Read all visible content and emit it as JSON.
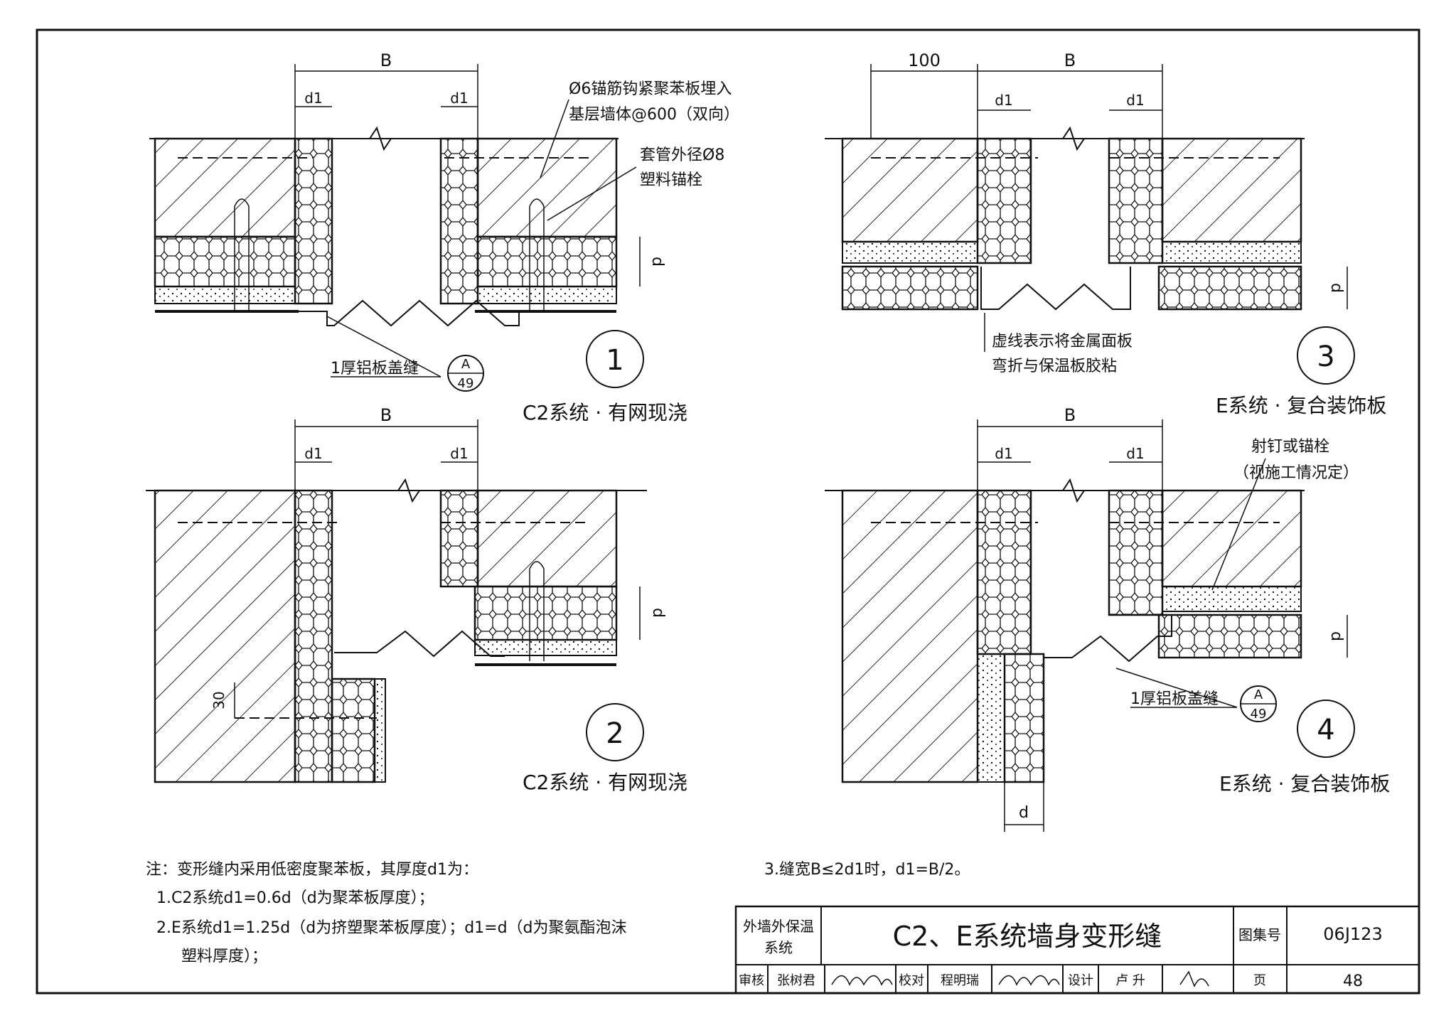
{
  "details": [
    {
      "number": "1",
      "caption": "C2系统 · 有网现浇",
      "dim_width": "B",
      "dim_board_left": "d1",
      "dim_board_right": "d1",
      "dim_insulation": "d",
      "callout_anchor_1": "Ø6锚筋钩紧聚苯板埋入",
      "callout_anchor_2": "基层墙体@600（双向）",
      "callout_sleeve_1": "套管外径Ø8",
      "callout_sleeve_2": "塑料锚栓",
      "callout_cover": "1厚铝板盖缝",
      "ref_letter": "A",
      "ref_page": "49"
    },
    {
      "number": "2",
      "caption": "C2系统 · 有网现浇",
      "dim_width": "B",
      "dim_board_left": "d1",
      "dim_board_right": "d1",
      "dim_insulation": "d",
      "dim_30": "30"
    },
    {
      "number": "3",
      "caption": "E系统 · 复合装饰板",
      "dim_100": "100",
      "dim_width": "B",
      "dim_board_left": "d1",
      "dim_board_right": "d1",
      "dim_insulation": "d",
      "callout_dashed_1": "虚线表示将金属面板",
      "callout_dashed_2": "弯折与保温板胶粘"
    },
    {
      "number": "4",
      "caption": "E系统 · 复合装饰板",
      "dim_width": "B",
      "dim_board_left": "d1",
      "dim_board_right": "d1",
      "dim_insulation": "d",
      "dim_bottom": "d",
      "callout_nail_1": "射钉或锚栓",
      "callout_nail_2": "（视施工情况定）",
      "callout_cover": "1厚铝板盖缝",
      "ref_letter": "A",
      "ref_page": "49"
    }
  ],
  "notes": {
    "line1": "注：变形缝内采用低密度聚苯板，其厚度d1为：",
    "line2": "1.C2系统d1=0.6d（d为聚苯板厚度）；",
    "line3": "2.E系统d1=1.25d（d为挤塑聚苯板厚度）；d1=d（d为聚氨酯泡沫",
    "line4": "塑料厚度）；",
    "line5": "3.缝宽B≤2d1时，d1=B/2。"
  },
  "title_block": {
    "category_1": "外墙外保温",
    "category_2": "系统",
    "title": "C2、E系统墙身变形缝",
    "atlas_label": "图集号",
    "atlas_no": "06J123",
    "page_label": "页",
    "page_no": "48",
    "review_label": "审核",
    "reviewer": "张树君",
    "check_label": "校对",
    "checker": "程明瑞",
    "design_label": "设计",
    "designer": "卢 升"
  }
}
